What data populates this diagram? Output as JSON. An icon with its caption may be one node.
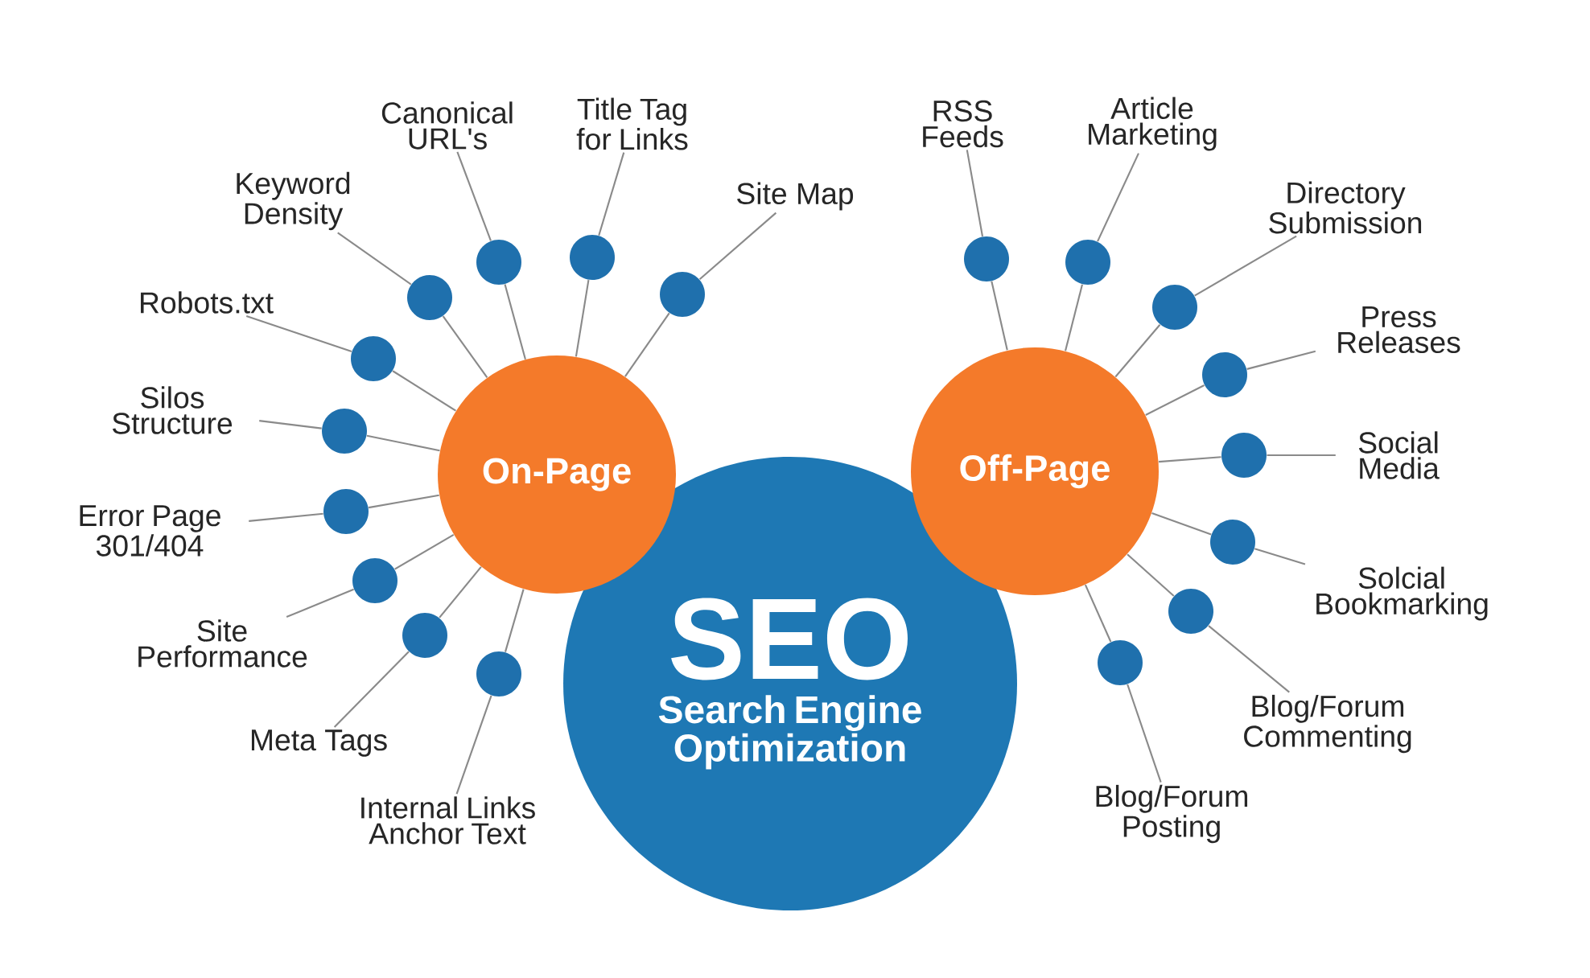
{
  "diagram": {
    "nodes": [
      {
        "text": [
          "SEO",
          "Search Engine Optimization"
        ]
      },
      {
        "text": [
          "On-Page"
        ]
      },
      {
        "text": [
          "Off-Page"
        ]
      },
      {
        "text": [],
        "shape": "circle"
      },
      {
        "text": [
          "Robots.txt"
        ]
      },
      {
        "text": [],
        "shape": "circle"
      },
      {
        "text": [
          "Keyword Density"
        ]
      },
      {
        "text": [],
        "shape": "circle"
      },
      {
        "text": [
          "Canonical URL's"
        ]
      },
      {
        "text": [],
        "shape": "circle"
      },
      {
        "text": [
          "Title Tag for Links"
        ]
      },
      {
        "text": [],
        "shape": "circle"
      },
      {
        "text": [
          "Site Map"
        ]
      },
      {
        "text": [],
        "shape": "circle"
      },
      {
        "text": [
          "Silos Structure"
        ]
      },
      {
        "text": [],
        "shape": "circle"
      },
      {
        "text": [
          "Error Page 301/404"
        ]
      },
      {
        "text": [],
        "shape": "circle"
      },
      {
        "text": [
          "Site Performance"
        ]
      },
      {
        "text": [],
        "shape": "circle"
      },
      {
        "text": [
          "Meta Tags"
        ]
      },
      {
        "text": [],
        "shape": "circle"
      },
      {
        "text": [
          "Internal Links Anchor Text"
        ]
      },
      {
        "text": [],
        "shape": "circle"
      },
      {
        "text": [
          "RSS Feeds"
        ]
      },
      {
        "text": [],
        "shape": "circle"
      },
      {
        "text": [
          "Article Marketing"
        ]
      },
      {
        "text": [],
        "shape": "circle"
      },
      {
        "text": [
          "Directory Submission"
        ]
      },
      {
        "text": [],
        "shape": "circle"
      },
      {
        "text": [
          "Press Releases"
        ]
      },
      {
        "text": [],
        "shape": "circle"
      },
      {
        "text": [
          "Social Media"
        ]
      },
      {
        "text": [],
        "shape": "circle"
      },
      {
        "text": [
          "Solcial Bookmarking"
        ]
      },
      {
        "text": [],
        "shape": "circle"
      },
      {
        "text": [
          "Blog/Forum Commenting"
        ]
      },
      {
        "text": [],
        "shape": "circle"
      },
      {
        "text": [
          "Blog/Forum Posting"
        ]
      }
    ],
    "edges": [
      {
        "from": 1,
        "to": 3,
        "arrow": "none"
      },
      {
        "from": 3,
        "to": 4,
        "arrow": "none"
      },
      {
        "from": 1,
        "to": 5,
        "arrow": "none"
      },
      {
        "from": 5,
        "to": 6,
        "arrow": "none"
      },
      {
        "from": 1,
        "to": 7,
        "arrow": "none"
      },
      {
        "from": 7,
        "to": 8,
        "arrow": "none"
      },
      {
        "from": 1,
        "to": 9,
        "arrow": "none"
      },
      {
        "from": 9,
        "to": 10,
        "arrow": "none"
      },
      {
        "from": 1,
        "to": 11,
        "arrow": "none"
      },
      {
        "from": 11,
        "to": 12,
        "arrow": "none"
      },
      {
        "from": 1,
        "to": 13,
        "arrow": "none"
      },
      {
        "from": 13,
        "to": 14,
        "arrow": "none"
      },
      {
        "from": 1,
        "to": 15,
        "arrow": "none"
      },
      {
        "from": 15,
        "to": 16,
        "arrow": "none"
      },
      {
        "from": 1,
        "to": 17,
        "arrow": "none"
      },
      {
        "from": 17,
        "to": 18,
        "arrow": "none"
      },
      {
        "from": 1,
        "to": 19,
        "arrow": "none"
      },
      {
        "from": 19,
        "to": 20,
        "arrow": "none"
      },
      {
        "from": 1,
        "to": 21,
        "arrow": "none"
      },
      {
        "from": 21,
        "to": 22,
        "arrow": "none"
      },
      {
        "from": 2,
        "to": 23,
        "arrow": "none"
      },
      {
        "from": 23,
        "to": 24,
        "arrow": "none"
      },
      {
        "from": 2,
        "to": 25,
        "arrow": "none"
      },
      {
        "from": 25,
        "to": 26,
        "arrow": "none"
      },
      {
        "from": 2,
        "to": 27,
        "arrow": "none"
      },
      {
        "from": 27,
        "to": 28,
        "arrow": "none"
      },
      {
        "from": 2,
        "to": 29,
        "arrow": "none"
      },
      {
        "from": 29,
        "to": 30,
        "arrow": "none"
      },
      {
        "from": 2,
        "to": 31,
        "arrow": "none"
      },
      {
        "from": 31,
        "to": 32,
        "arrow": "none"
      },
      {
        "from": 2,
        "to": 33,
        "arrow": "none"
      },
      {
        "from": 33,
        "to": 34,
        "arrow": "none"
      },
      {
        "from": 2,
        "to": 35,
        "arrow": "none"
      },
      {
        "from": 35,
        "to": 36,
        "arrow": "none"
      },
      {
        "from": 2,
        "to": 37,
        "arrow": "none"
      },
      {
        "from": 37,
        "to": 38,
        "arrow": "none"
      }
    ]
  }
}
